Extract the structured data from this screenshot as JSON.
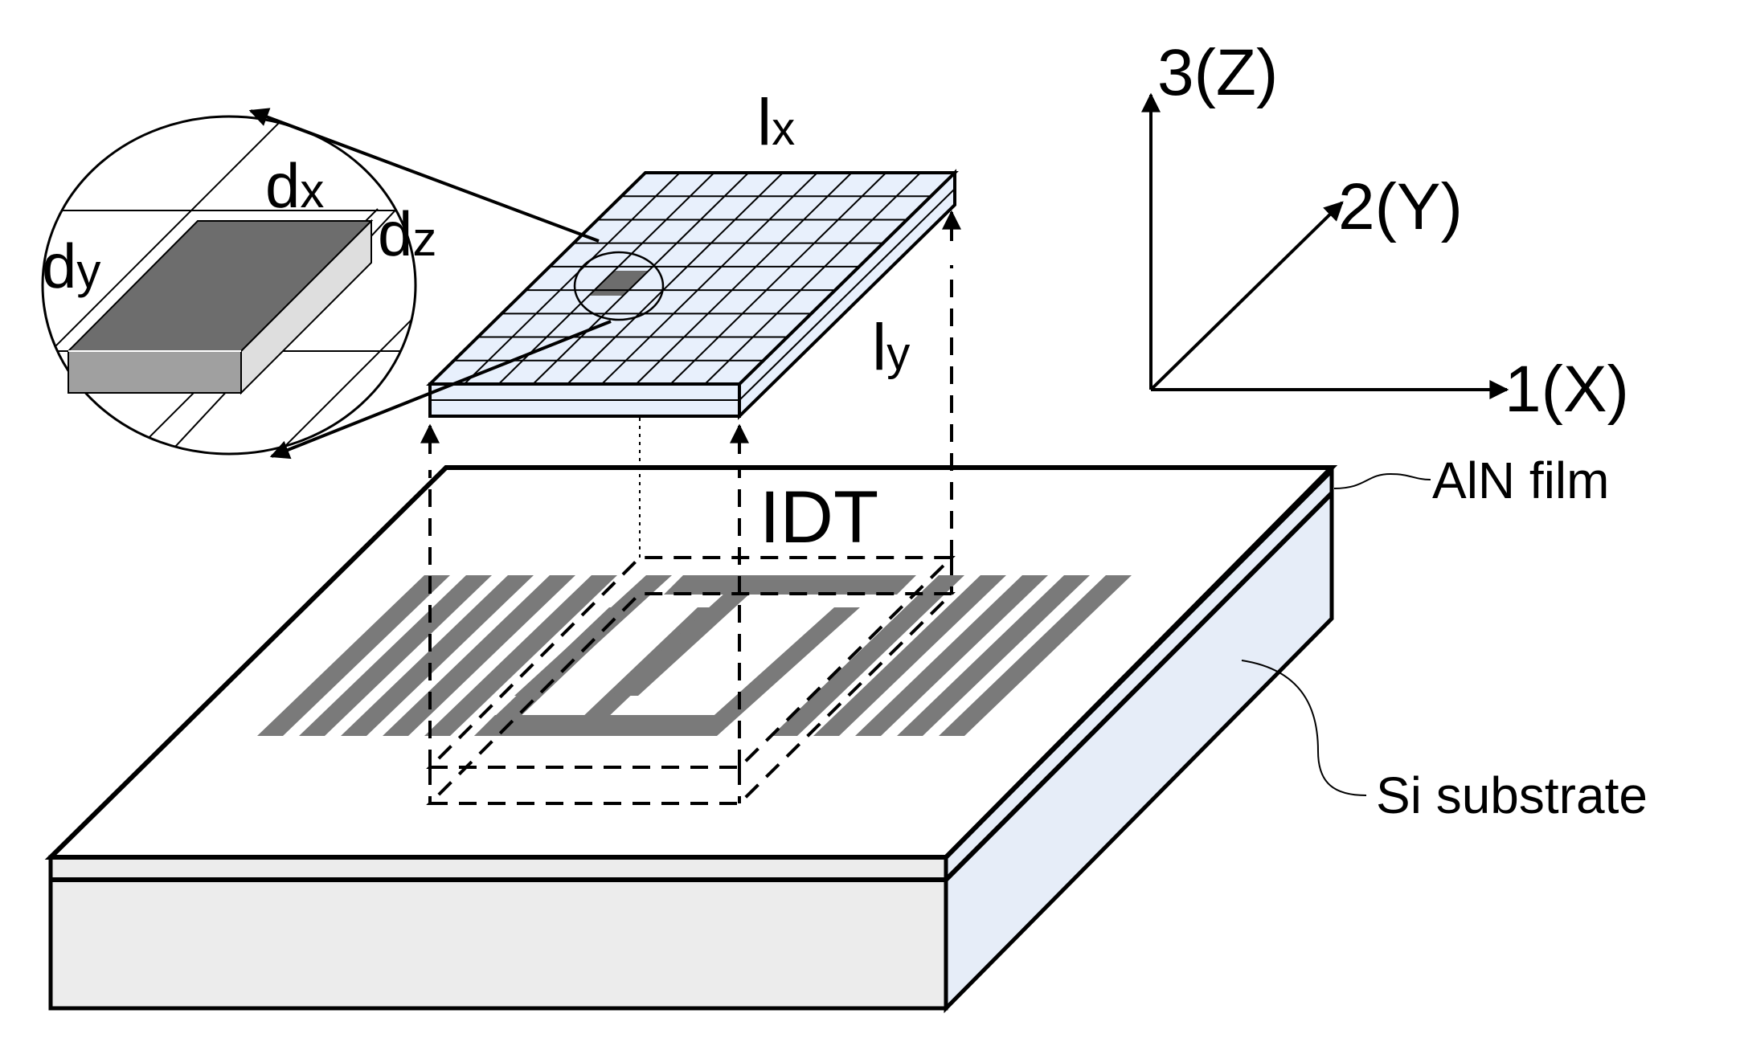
{
  "labels": {
    "z_axis": "3(Z)",
    "y_axis": "2(Y)",
    "x_axis": "1(X)",
    "dx": "d",
    "dx_sub": "x",
    "dy": "d",
    "dy_sub": "y",
    "dz": "d",
    "dz_sub": "z",
    "lx": "l",
    "lx_sub": "x",
    "ly": "l",
    "ly_sub": "y",
    "idt": "IDT",
    "aln": "AlN film",
    "si": "Si substrate"
  },
  "colors": {
    "substrate_side": "#e6edf8",
    "substrate_front": "#ececec",
    "grid_fill": "#e8f0fc",
    "element": "#6d6d6d",
    "electrode": "#7a7a7a",
    "element_side_light": "#dedede",
    "element_front": "#a0a0a0"
  }
}
